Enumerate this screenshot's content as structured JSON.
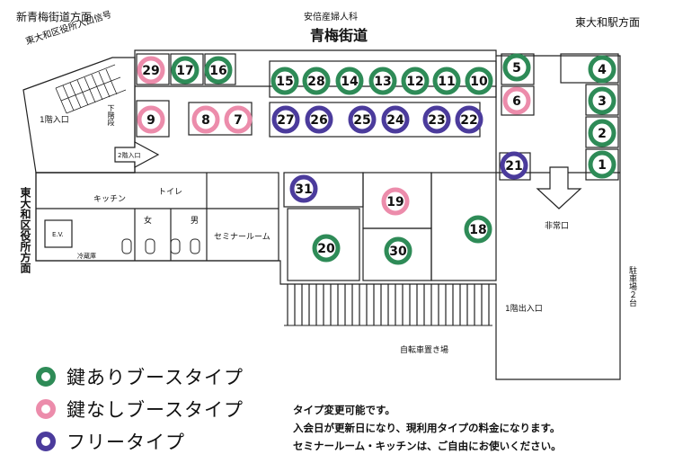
{
  "labels": {
    "top_left": "新青梅街道方面",
    "top_center": "安倍産婦人科",
    "road": "青梅街道",
    "top_right": "東大和駅方面",
    "signal": "東大和区役所入口信号",
    "entrance_1f": "1階入口",
    "stairs_down": "下階段",
    "entrance_2f": "2階入口",
    "city_hall": "東大和区役所方面",
    "kitchen": "キッチン",
    "toilet": "トイレ",
    "women": "女",
    "men": "男",
    "ev": "E.V.",
    "fridge": "冷蔵庫",
    "seminar": "セミナールーム",
    "emergency_exit": "非常口",
    "exit_1f": "1階出入口",
    "bicycle": "自転車置き場",
    "parking": "駐車場２台"
  },
  "colors": {
    "keyed": "#2e8b57",
    "unkeyed": "#ec8cab",
    "free": "#4b3b9c"
  },
  "booths": [
    {
      "num": "29",
      "type": "unkeyed"
    },
    {
      "num": "17",
      "type": "keyed"
    },
    {
      "num": "16",
      "type": "keyed"
    },
    {
      "num": "15",
      "type": "keyed"
    },
    {
      "num": "28",
      "type": "keyed"
    },
    {
      "num": "14",
      "type": "keyed"
    },
    {
      "num": "13",
      "type": "keyed"
    },
    {
      "num": "12",
      "type": "keyed"
    },
    {
      "num": "11",
      "type": "keyed"
    },
    {
      "num": "10",
      "type": "keyed"
    },
    {
      "num": "9",
      "type": "unkeyed"
    },
    {
      "num": "8",
      "type": "unkeyed"
    },
    {
      "num": "7",
      "type": "unkeyed"
    },
    {
      "num": "27",
      "type": "free"
    },
    {
      "num": "26",
      "type": "free"
    },
    {
      "num": "25",
      "type": "free"
    },
    {
      "num": "24",
      "type": "free"
    },
    {
      "num": "23",
      "type": "free"
    },
    {
      "num": "22",
      "type": "free"
    },
    {
      "num": "5",
      "type": "keyed"
    },
    {
      "num": "6",
      "type": "unkeyed"
    },
    {
      "num": "4",
      "type": "keyed"
    },
    {
      "num": "3",
      "type": "keyed"
    },
    {
      "num": "2",
      "type": "keyed"
    },
    {
      "num": "1",
      "type": "keyed"
    },
    {
      "num": "21",
      "type": "free"
    },
    {
      "num": "31",
      "type": "free"
    },
    {
      "num": "19",
      "type": "unkeyed"
    },
    {
      "num": "18",
      "type": "keyed"
    },
    {
      "num": "20",
      "type": "keyed"
    },
    {
      "num": "30",
      "type": "keyed"
    }
  ],
  "legend": [
    {
      "label": "鍵ありブースタイプ",
      "type": "keyed"
    },
    {
      "label": "鍵なしブースタイプ",
      "type": "unkeyed"
    },
    {
      "label": "フリータイプ",
      "type": "free"
    }
  ],
  "notes": [
    "タイプ変更可能です。",
    "入会日が更新日になり、現利用タイプの料金になります。",
    "セミナールーム・キッチンは、ご自由にお使いください。"
  ]
}
